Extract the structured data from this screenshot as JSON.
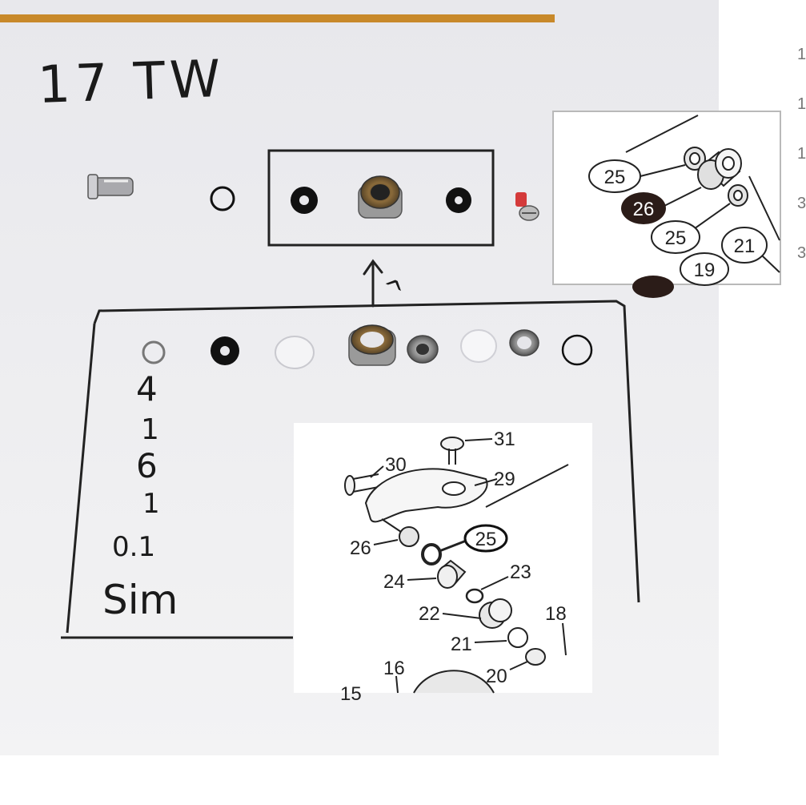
{
  "photo": {
    "title": "17 TW",
    "arrow_mark": "^",
    "notes": [
      "4",
      "1",
      "6",
      "1",
      "0.1",
      "Sim"
    ]
  },
  "inset_top": {
    "callouts": [
      {
        "num": "25",
        "style": "outline"
      },
      {
        "num": "26",
        "style": "filled"
      },
      {
        "num": "25",
        "style": "outline"
      },
      {
        "num": "21",
        "style": "outline"
      },
      {
        "num": "19",
        "style": "outline"
      }
    ]
  },
  "inset_bottom": {
    "labels": [
      "31",
      "30",
      "29",
      "26",
      "25",
      "24",
      "23",
      "22",
      "21",
      "20",
      "18",
      "16",
      "15"
    ],
    "highlighted": "25"
  },
  "colors": {
    "paper": "#efeff1",
    "marker": "#1a1a1a",
    "tape": "#c8892a",
    "border": "#b9b9b9"
  }
}
